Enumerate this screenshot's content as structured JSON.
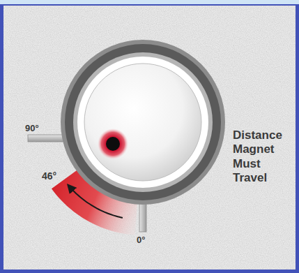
{
  "diagram": {
    "labels": [
      "90°",
      "46°",
      "0°",
      "Distance Magnet Must Travel"
    ]
  }
}
